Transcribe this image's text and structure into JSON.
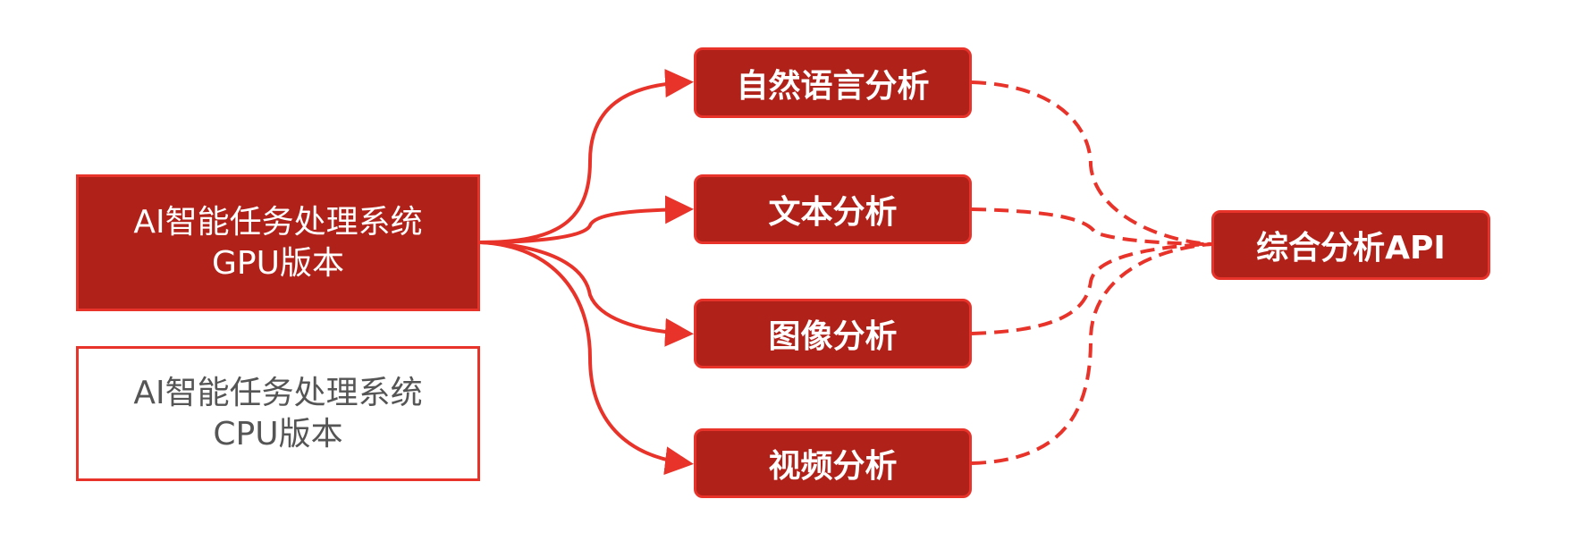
{
  "source": {
    "gpu": {
      "line1": "AI智能任务处理系统",
      "line2": "GPU版本"
    },
    "cpu": {
      "line1": "AI智能任务处理系统",
      "line2": "CPU版本"
    }
  },
  "modules": [
    {
      "label": "自然语言分析"
    },
    {
      "label": "文本分析"
    },
    {
      "label": "图像分析"
    },
    {
      "label": "视频分析"
    }
  ],
  "target": {
    "label": "综合分析API"
  },
  "colors": {
    "fill": "#b0211a",
    "border": "#e8332a",
    "cpu_text": "#555555"
  }
}
